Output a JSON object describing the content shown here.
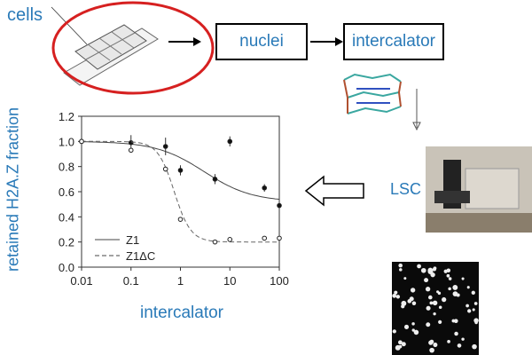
{
  "labels": {
    "cells": "cells",
    "nuclei": "nuclei",
    "intercalator": "intercalator",
    "lsc": "LSC"
  },
  "colors": {
    "text_blue": "#2a7ab8",
    "ellipse_red": "#d62020"
  },
  "chart_data": {
    "type": "scatter",
    "xscale": "log",
    "xlabel": "intercalator",
    "ylabel": "retained H2A.Z fraction",
    "xlim": [
      0.01,
      100
    ],
    "ylim": [
      0,
      1.2
    ],
    "xticks": [
      "0.01",
      "0.1",
      "1",
      "10",
      "100"
    ],
    "yticks": [
      "0.0",
      "0.2",
      "0.4",
      "0.6",
      "0.8",
      "1.0",
      "1.2"
    ],
    "legend_position": "bottom-left",
    "series": [
      {
        "name": "Z1",
        "marker": "filled",
        "line": "solid",
        "x": [
          0.01,
          0.1,
          0.5,
          1,
          5,
          10,
          50,
          100
        ],
        "y": [
          1.0,
          0.99,
          0.96,
          0.77,
          0.7,
          1.0,
          0.63,
          0.49
        ],
        "err": [
          0.03,
          0.06,
          0.07,
          0.04,
          0.04,
          0.04,
          0.03,
          0.0
        ],
        "fit": {
          "top": 1.0,
          "bottom": 0.52,
          "ec50": 3,
          "hill": 0.9
        }
      },
      {
        "name": "Z1ΔC",
        "marker": "open",
        "line": "dashed",
        "x": [
          0.01,
          0.1,
          0.5,
          1,
          5,
          10,
          50,
          100
        ],
        "y": [
          1.0,
          0.93,
          0.78,
          0.38,
          0.2,
          0.22,
          0.23,
          0.23
        ],
        "err": [
          0.02,
          0.01,
          0.02,
          0.01,
          0.01,
          0.01,
          0.01,
          0.01
        ],
        "fit": {
          "top": 1.0,
          "bottom": 0.2,
          "ec50": 0.75,
          "hill": 2.6
        }
      }
    ]
  }
}
